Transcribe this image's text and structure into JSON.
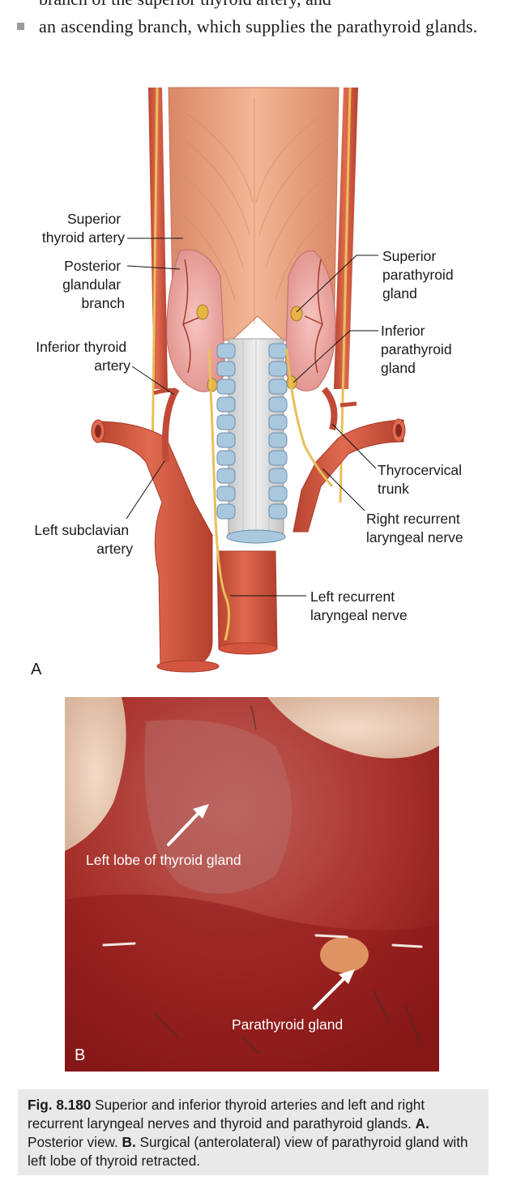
{
  "text": {
    "cut_line": "branch of the superior thyroid artery, and",
    "bullet": "an ascending branch, which supplies the parathyroid glands."
  },
  "figure_a": {
    "panel_label": "A",
    "labels": {
      "superior_thyroid_artery": [
        "Superior",
        "thyroid artery"
      ],
      "posterior_glandular_branch": [
        "Posterior",
        "glandular",
        "branch"
      ],
      "inferior_thyroid_artery": [
        "Inferior thyroid",
        "artery"
      ],
      "left_subclavian_artery": [
        "Left subclavian",
        "artery"
      ],
      "superior_parathyroid_gland": [
        "Superior",
        "parathyroid",
        "gland"
      ],
      "inferior_parathyroid_gland": [
        "Inferior",
        "parathyroid",
        "gland"
      ],
      "thyrocervical_trunk": [
        "Thyrocervical",
        "trunk"
      ],
      "right_recurrent_laryngeal_nerve": [
        "Right recurrent",
        "laryngeal nerve"
      ],
      "left_recurrent_laryngeal_nerve": [
        "Left recurrent",
        "laryngeal nerve"
      ]
    }
  },
  "figure_b": {
    "panel_label": "B",
    "labels": {
      "left_lobe": "Left lobe of thyroid gland",
      "parathyroid": "Parathyroid gland"
    }
  },
  "caption": {
    "fig_number": "Fig. 8.180",
    "text_1": " Superior and inferior thyroid arteries and left and right recurrent laryngeal nerves and thyroid and parathyroid glands. ",
    "label_a": "A.",
    "text_2": " Posterior view. ",
    "label_b": "B.",
    "text_3": " Surgical (anterolateral) view of parathyroid gland with left lobe of thyroid retracted."
  },
  "colors": {
    "artery": "#d4553f",
    "artery_dark": "#a83a2a",
    "muscle": "#eda886",
    "thyroid": "#eeaaa6",
    "nerve": "#e8c05a",
    "trachea": "#a9c8de",
    "caption_bg": "#e9e9ea"
  }
}
